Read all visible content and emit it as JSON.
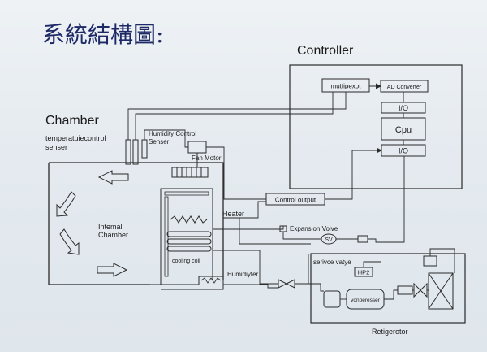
{
  "page": {
    "title": "系統結構圖:"
  },
  "controller": {
    "label": "Controller",
    "mux_label": "muttipexot",
    "adc_label": "AD Converter",
    "io_top_label": "I/O",
    "cpu_label": "Cpu",
    "io_bottom_label": "I/O"
  },
  "chamber": {
    "label": "Chamber",
    "temp_sensor_label_line1": "temperatuiecontrol",
    "temp_sensor_label_line2": "senser",
    "humidity_sensor_label_line1": "Humidity Control",
    "humidity_sensor_label_line2": "Senser",
    "fan_motor_label": "Fan Motor",
    "internal_label_line1": "Intemal",
    "internal_label_line2": "Chamber",
    "cooling_coil_label": "cooling coil",
    "heater_label": "Heater",
    "humidifier_label": "Humidiyter"
  },
  "control_output": {
    "label": "Control output"
  },
  "refrigerator": {
    "expansion_valve_label": "Expanslon Volve",
    "sv_label": "SV",
    "service_valve_label": "serivce vatye",
    "hp2_label": "HP2",
    "compressor_label": "vonperesser",
    "label": "Retigerotor"
  },
  "colors": {
    "line": "#2a2a2a",
    "title": "#1d2a66"
  },
  "icons": {
    "fan": "fan-icon",
    "heater_coil": "heater-coil-icon",
    "cooling_coil": "cooling-coil-icon",
    "airflow_arrow": "airflow-arrow-icon",
    "valve": "valve-icon",
    "condenser": "condenser-icon"
  }
}
